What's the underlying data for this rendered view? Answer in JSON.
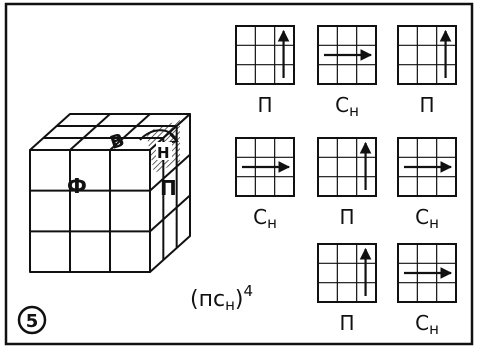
{
  "step_number": "5",
  "cube": {
    "face_front": "Ф",
    "face_top": "В",
    "face_right": "П",
    "rotation_label": "Н"
  },
  "sequence": [
    {
      "label": "П",
      "arrow": "up"
    },
    {
      "label": "Сн",
      "arrow": "right"
    },
    {
      "label": "П",
      "arrow": "up"
    },
    {
      "label": "Сн",
      "arrow": "right"
    },
    {
      "label": "П",
      "arrow": "up"
    },
    {
      "label": "Сн",
      "arrow": "right"
    },
    {
      "label": "П",
      "arrow": "up"
    },
    {
      "label": "Сн",
      "arrow": "right"
    }
  ],
  "formula": {
    "open": "(",
    "p": "п",
    "c": "с",
    "sub": "н",
    "close": ")",
    "power": "4"
  }
}
